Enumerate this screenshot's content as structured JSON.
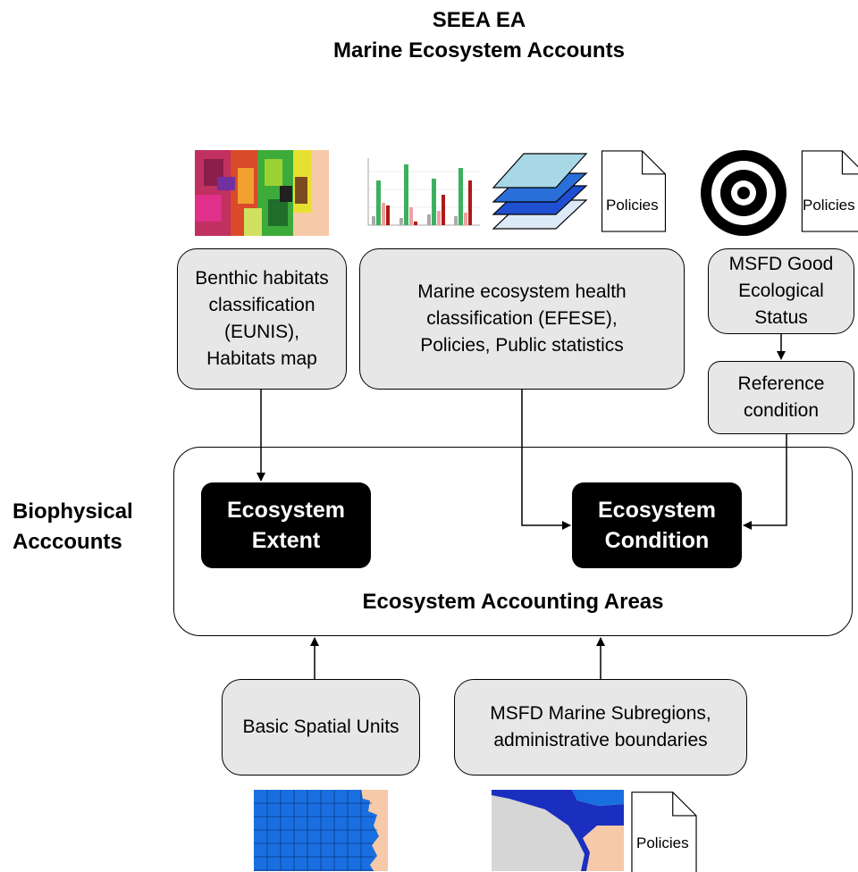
{
  "title": {
    "line1": "SEEA EA",
    "line2": "Marine Ecosystem Accounts"
  },
  "side_label": {
    "line1": "Biophysical",
    "line2": "Acccounts"
  },
  "boxes": {
    "benthic": "Benthic habitats\nclassification\n(EUNIS),\nHabitats map",
    "health": "Marine ecosystem health\nclassification (EFESE),\nPolicies, Public statistics",
    "msfd_good": "MSFD Good\nEcological\nStatus",
    "reference": "Reference\ncondition",
    "spatial_units": "Basic Spatial Units",
    "subregions": "MSFD Marine Subregions,\nadministrative boundaries"
  },
  "black_boxes": {
    "extent": "Ecosystem\nExtent",
    "condition": "Ecosystem\nCondition"
  },
  "area_label": "Ecosystem Accounting Areas",
  "documents": {
    "label": "Policies"
  },
  "colors": {
    "box_fill": "#e7e7e7",
    "black_box": "#000000",
    "layer_light": "#a8d8e6",
    "layer_blue": "#1f5fc8",
    "map_blue": "#1a6fe0",
    "land": "#f6c9a8"
  }
}
